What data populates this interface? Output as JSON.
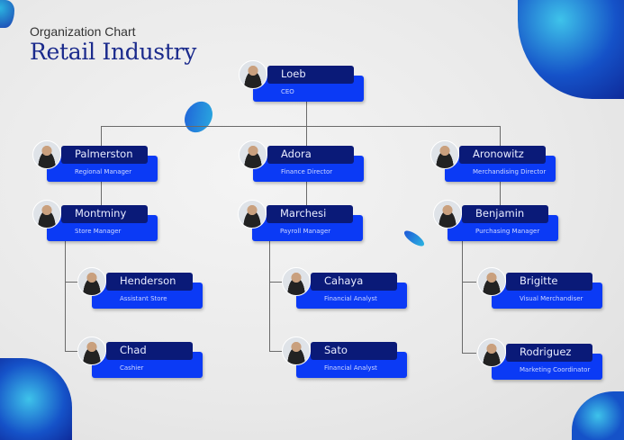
{
  "header": {
    "subtitle": "Organization Chart",
    "title": "Retail Industry"
  },
  "colors": {
    "title": "#1a2a8c",
    "name_bar": "#0a1a78",
    "role_box": "#0b3af5",
    "connector": "#6a6a6a"
  },
  "people": [
    {
      "name": "Loeb",
      "role": "CEO"
    },
    {
      "name": "Palmerston",
      "role": "Regional Manager"
    },
    {
      "name": "Adora",
      "role": "Finance Director"
    },
    {
      "name": "Aronowitz",
      "role": "Merchandising Director"
    },
    {
      "name": "Montminy",
      "role": "Store Manager"
    },
    {
      "name": "Marchesi",
      "role": "Payroll Manager"
    },
    {
      "name": "Benjamin",
      "role": "Purchasing Manager"
    },
    {
      "name": "Henderson",
      "role": "Assistant Store"
    },
    {
      "name": "Chad",
      "role": "Cashier"
    },
    {
      "name": "Cahaya",
      "role": "Financial Analyst"
    },
    {
      "name": "Sato",
      "role": "Financial Analyst"
    },
    {
      "name": "Brigitte",
      "role": "Visual Merchandiser"
    },
    {
      "name": "Rodriguez",
      "role": "Marketing Coordinator"
    }
  ]
}
